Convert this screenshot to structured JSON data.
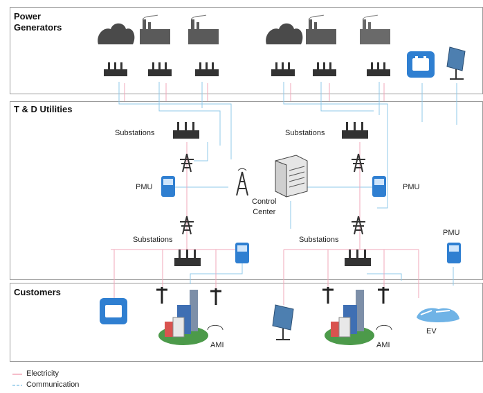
{
  "sections": {
    "generators": "Power\nGenerators",
    "td": "T & D Utilities",
    "customers": "Customers"
  },
  "labels": {
    "substations_left_top": "Substations",
    "substations_right_top": "Substations",
    "substations_left_bottom": "Substations",
    "substations_right_bottom": "Substations",
    "pmu_left": "PMU",
    "pmu_right": "PMU",
    "pmu_far_right": "PMU",
    "control_center": "Control\nCenter",
    "ami_left": "AMI",
    "ami_right": "AMI",
    "ev": "EV"
  },
  "legend": {
    "electricity": "Electricity",
    "communication": "Communication"
  },
  "colors": {
    "electricity": "#f2a7b8",
    "communication": "#8fc8e8",
    "device_blue": "#2f7fd1"
  }
}
